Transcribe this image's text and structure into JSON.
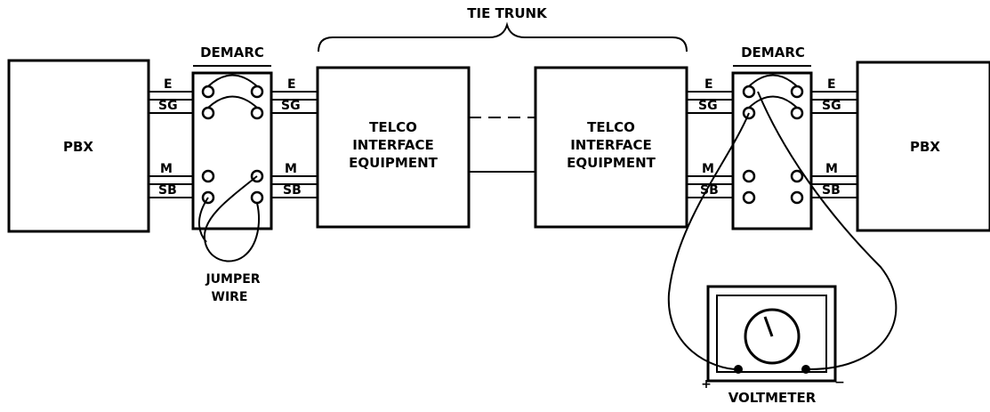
{
  "labels": {
    "tie_trunk": "TIE TRUNK",
    "demarc_left": "DEMARC",
    "demarc_right": "DEMARC",
    "pbx_left": "PBX",
    "pbx_right": "PBX",
    "telco_left": [
      "TELCO",
      "INTERFACE",
      "EQUIPMENT"
    ],
    "telco_right": [
      "TELCO",
      "INTERFACE",
      "EQUIPMENT"
    ],
    "jumper": [
      "JUMPER",
      "WIRE"
    ],
    "voltmeter": "VOLTMETER",
    "plus": "+",
    "minus": "−"
  },
  "leads": {
    "left_pbx_side": [
      "E",
      "SG",
      "M",
      "SB"
    ],
    "left_telco_side": [
      "E",
      "SG",
      "M",
      "SB"
    ],
    "right_telco_side": [
      "E",
      "SG",
      "M",
      "SB"
    ],
    "right_pbx_side": [
      "E",
      "SG",
      "M",
      "SB"
    ]
  }
}
